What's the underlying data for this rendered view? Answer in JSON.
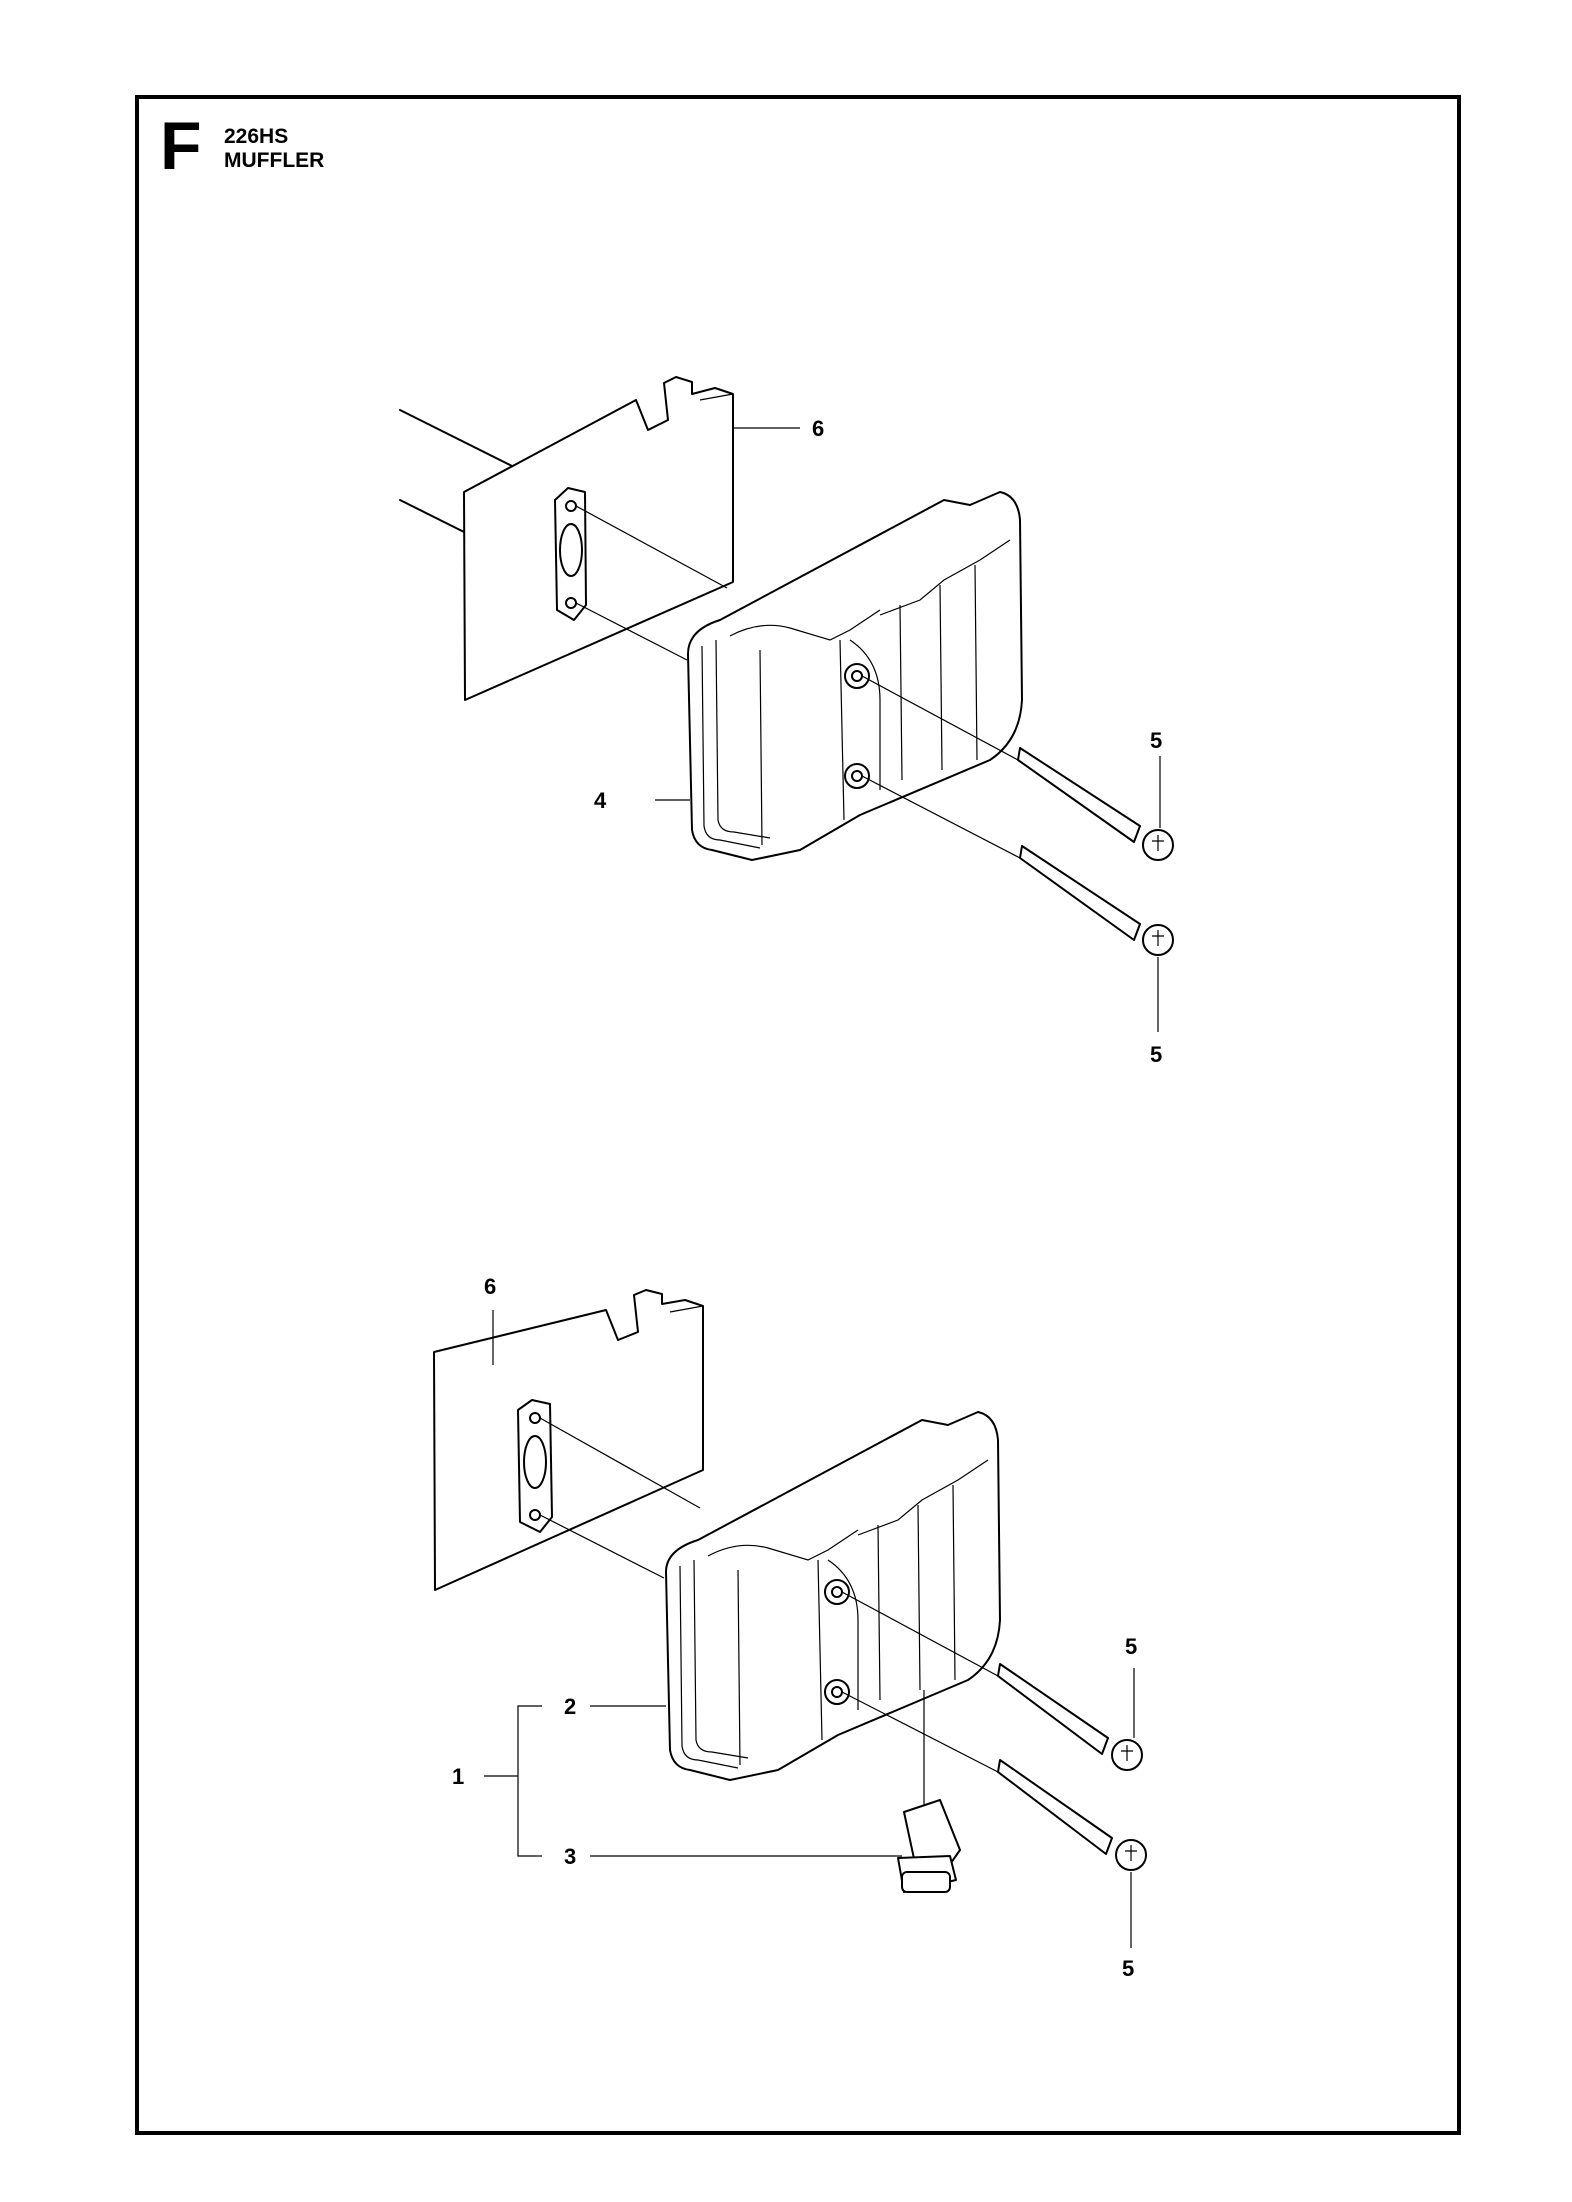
{
  "header": {
    "section_letter": "F",
    "model": "226HS",
    "title": "MUFFLER"
  },
  "callouts": {
    "upper": [
      "6",
      "4",
      "5",
      "5"
    ],
    "lower": [
      "6",
      "2",
      "1",
      "3",
      "5",
      "5"
    ]
  }
}
